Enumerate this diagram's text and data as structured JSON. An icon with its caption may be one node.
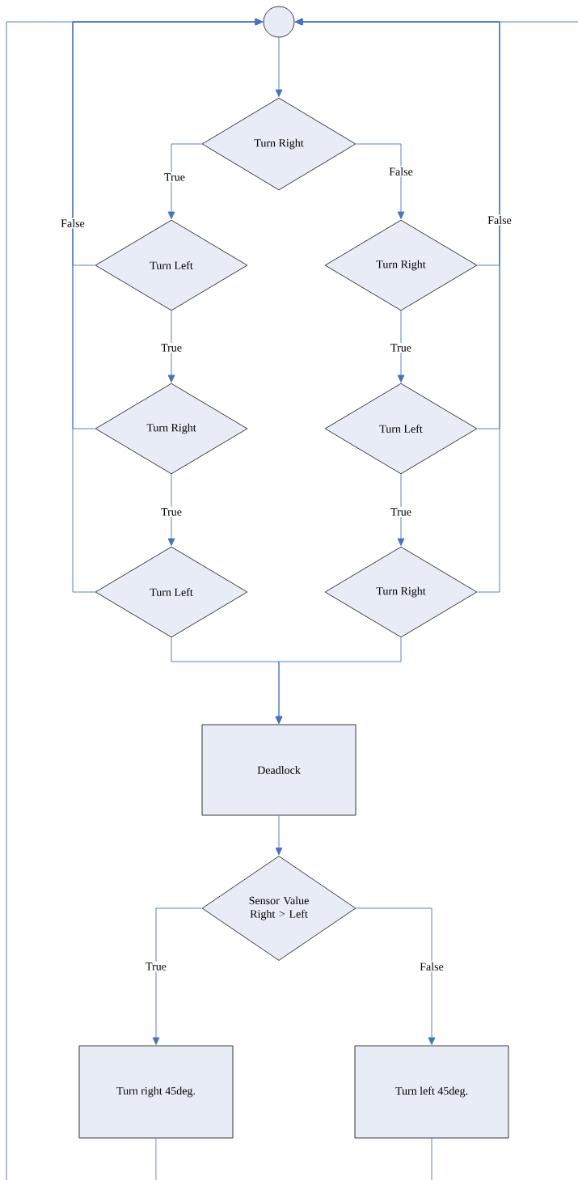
{
  "diagram": {
    "nodes": [
      {
        "text": [],
        "shape": "circle"
      },
      {
        "text": [
          "Turn Right"
        ]
      },
      {
        "text": [
          "Turn Left"
        ]
      },
      {
        "text": [
          "Turn Right"
        ]
      },
      {
        "text": [
          "Turn Left"
        ]
      },
      {
        "text": [
          "Turn Right"
        ]
      },
      {
        "text": [
          "Turn Left"
        ]
      },
      {
        "text": [
          "Turn Right"
        ]
      },
      {
        "text": [
          "Deadlock"
        ]
      },
      {
        "text": [
          "Sensor Value Right > Left"
        ]
      },
      {
        "text": [
          "Turn right 45deg."
        ]
      },
      {
        "text": [
          "Turn left 45deg."
        ]
      }
    ],
    "edges": [
      {
        "from": 0,
        "to": 1,
        "arrow": "to"
      },
      {
        "from": 1,
        "to": 2,
        "arrow": "to",
        "label": "True"
      },
      {
        "from": 1,
        "to": 5,
        "arrow": "to",
        "label": "False"
      },
      {
        "from": 2,
        "to": 3,
        "arrow": "to",
        "label": "True"
      },
      {
        "from": 3,
        "to": 4,
        "arrow": "to",
        "label": "True"
      },
      {
        "from": 5,
        "to": 6,
        "arrow": "to",
        "label": "True"
      },
      {
        "from": 6,
        "to": 7,
        "arrow": "to",
        "label": "True"
      },
      {
        "from": 2,
        "to": 0,
        "arrow": "to",
        "label": "False"
      },
      {
        "from": 3,
        "to": 0,
        "arrow": "to"
      },
      {
        "from": 4,
        "to": 0,
        "arrow": "to"
      },
      {
        "from": 5,
        "to": 0,
        "arrow": "to",
        "label": "False"
      },
      {
        "from": 6,
        "to": 0,
        "arrow": "to"
      },
      {
        "from": 7,
        "to": 0,
        "arrow": "to"
      },
      {
        "from": 4,
        "to": 8,
        "arrow": "to"
      },
      {
        "from": 7,
        "to": 8,
        "arrow": "to"
      },
      {
        "from": 8,
        "to": 9,
        "arrow": "to"
      },
      {
        "from": 9,
        "to": 10,
        "arrow": "to",
        "label": "True"
      },
      {
        "from": 9,
        "to": 11,
        "arrow": "to",
        "label": "False"
      },
      {
        "from": 10,
        "to": null,
        "arrow": "none"
      },
      {
        "from": 11,
        "to": null,
        "arrow": "none"
      },
      {
        "from": null,
        "to": 0,
        "arrow": "to"
      },
      {
        "from": null,
        "to": 0,
        "arrow": "to"
      }
    ]
  }
}
